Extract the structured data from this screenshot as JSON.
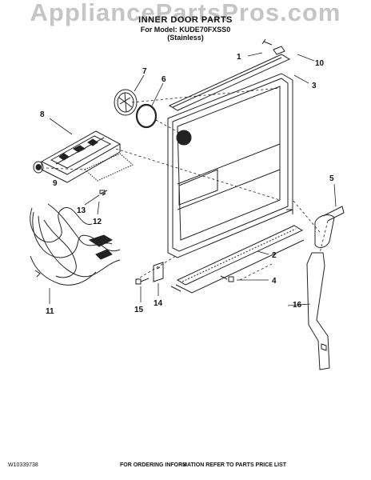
{
  "header": {
    "title": "INNER DOOR PARTS",
    "subtitle": "For Model: KUDE70FXSS0",
    "variant": "(Stainless)"
  },
  "watermark": "AppliancePartsPros.com",
  "callouts": [
    "1",
    "2",
    "3",
    "4",
    "5",
    "6",
    "7",
    "8",
    "9",
    "10",
    "11",
    "12",
    "13",
    "14",
    "15",
    "16"
  ],
  "footer": {
    "doc_number": "W10339738",
    "note": "FOR ORDERING INFORMATION REFER TO PARTS PRICE LIST",
    "page": "3"
  },
  "colors": {
    "line": "#222222",
    "watermark": "#969696"
  }
}
